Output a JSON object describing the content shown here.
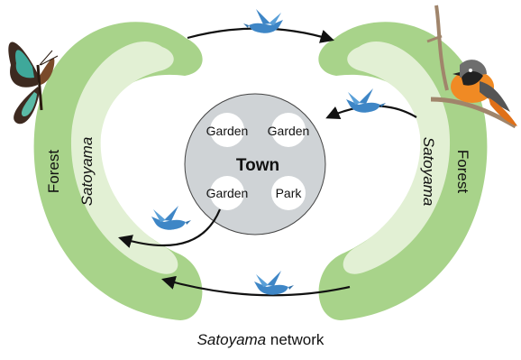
{
  "diagram": {
    "left_outer_label": "Forest",
    "left_inner_label": "Satoyama",
    "right_inner_label": "Satoyama",
    "right_outer_label": "Forest",
    "town": {
      "label": "Town",
      "plots": [
        "Garden",
        "Garden",
        "Garden",
        "Park"
      ]
    },
    "caption_italic": "Satoyama",
    "caption_rest": " network",
    "colors": {
      "forest_green": "#a8d38a",
      "satoyama_green": "#e2f0d4",
      "town_gray": "#cfd3d6",
      "bird_blue": "#3e86c6",
      "arrow": "#111111"
    },
    "icons": [
      "butterfly-icon",
      "redstart-bird-icon",
      "blue-bird-icon"
    ]
  }
}
